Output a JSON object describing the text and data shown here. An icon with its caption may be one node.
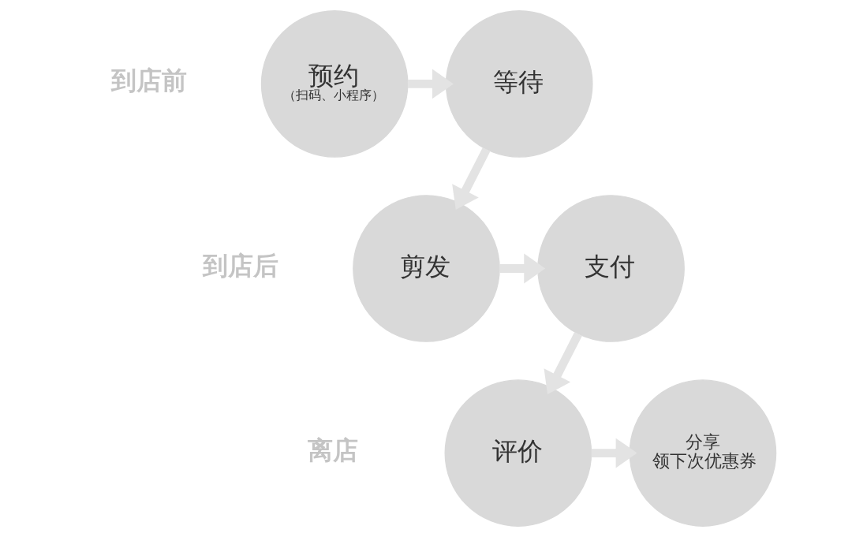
{
  "diagram": {
    "nodes": [
      {
        "text": [
          "预约",
          "（扫码、小程序）"
        ]
      },
      {
        "text": [
          "等待"
        ]
      },
      {
        "text": [
          "剪发"
        ]
      },
      {
        "text": [
          "支付"
        ]
      },
      {
        "text": [
          "评价"
        ]
      },
      {
        "text": [
          "分享领下次优惠券"
        ]
      }
    ],
    "edges": [
      {
        "from": 0,
        "to": 1,
        "arrow": "to"
      },
      {
        "from": 1,
        "to": 2,
        "arrow": "to"
      },
      {
        "from": 2,
        "to": 3,
        "arrow": "to"
      },
      {
        "from": 3,
        "to": 4,
        "arrow": "to"
      },
      {
        "from": 4,
        "to": 5,
        "arrow": "to"
      }
    ],
    "labels": [
      "到店前",
      "到店后",
      "离店"
    ]
  }
}
